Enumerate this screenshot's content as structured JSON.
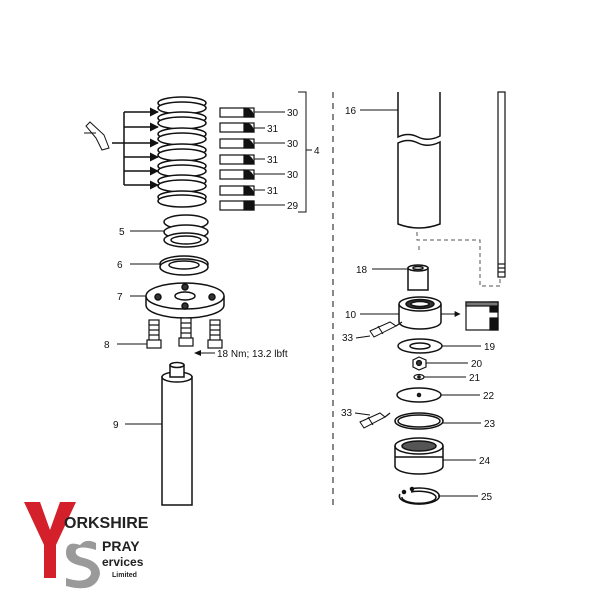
{
  "callouts": {
    "c4": "4",
    "c5": "5",
    "c6": "6",
    "c7": "7",
    "c8": "8",
    "c9": "9",
    "c10": "10",
    "c16": "16",
    "c18": "18",
    "c19": "19",
    "c20": "20",
    "c21": "21",
    "c22": "22",
    "c23": "23",
    "c24": "24",
    "c25": "25",
    "c29": "29",
    "c30a": "30",
    "c30b": "30",
    "c30c": "30",
    "c31a": "31",
    "c31b": "31",
    "c31c": "31",
    "c33a": "33",
    "c33b": "33"
  },
  "torque_note": "18 Nm; 13.2 lbft",
  "logo": {
    "line1": "ORKSHIRE",
    "line2": "PRAY",
    "line3": "ervices",
    "line4": "Limited",
    "red": "#d4202a",
    "grey": "#9a9a9a"
  }
}
